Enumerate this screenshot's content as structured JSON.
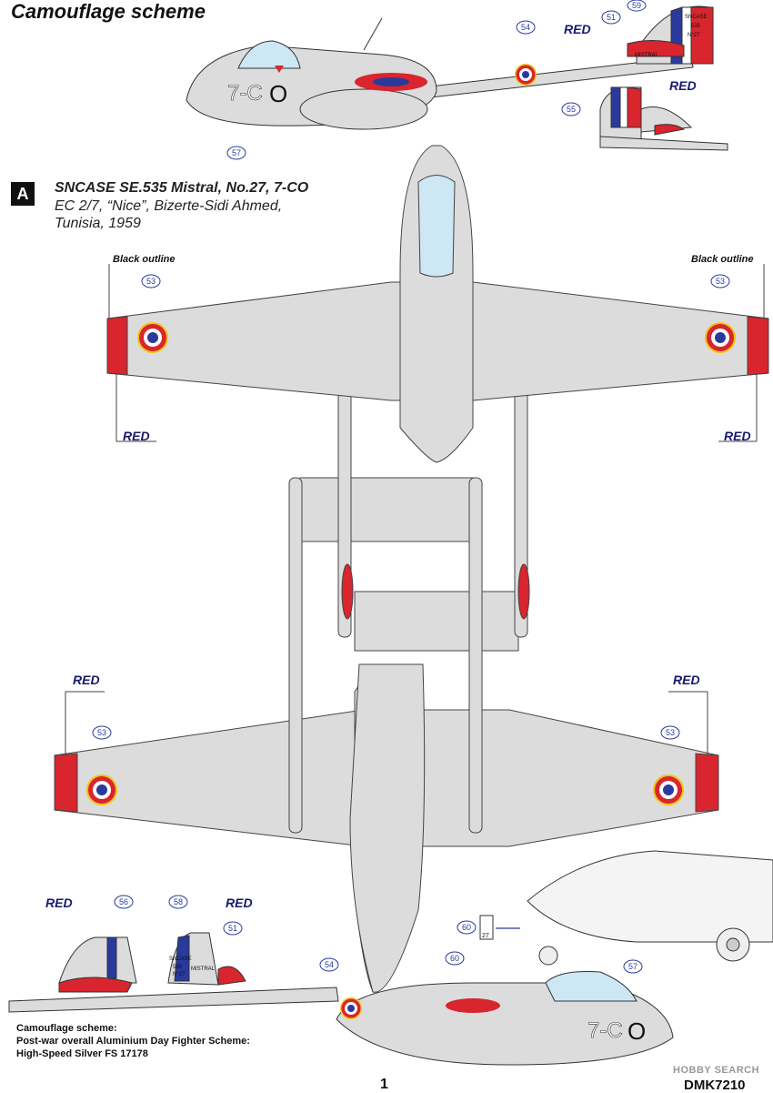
{
  "heading": "Camouflage scheme",
  "profile_badge": "A",
  "aircraft_title": "SNCASE SE.535 Mistral, No.27, 7-CO",
  "unit_line": "EC 2/7, “Nice”, Bizerte-Sidi Ahmed,",
  "location_line": "Tunisia, 1959",
  "callout_red": "RED",
  "callout_black_outline": "Black outline",
  "decal_numbers": [
    "54",
    "51",
    "59",
    "55",
    "57",
    "53",
    "53",
    "53",
    "53",
    "56",
    "58",
    "51",
    "60",
    "60",
    "54",
    "57"
  ],
  "fuselage_code": "7-CO",
  "fin_text": [
    "SNCASE",
    "535",
    "N°27",
    "MISTRAL"
  ],
  "decal60_text": "27",
  "camouflage_line1": "Camouflage scheme:",
  "camouflage_line2": "Post-war  overall Aluminium Day Fighter Scheme:",
  "camouflage_line3": "High-Speed Silver FS 17178",
  "page_number": "1",
  "product_code": "DMK7210",
  "watermark": "HOBBY SEARCH",
  "colors": {
    "silver": "#dcdcdc",
    "red": "#d8252e",
    "blue": "#2a3a9c",
    "yellow": "#f1c40f",
    "ink": "#1a1a6e"
  }
}
